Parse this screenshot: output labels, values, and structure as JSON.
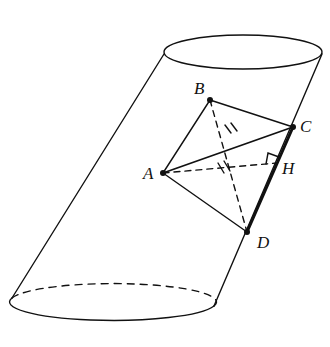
{
  "diagram": {
    "labels": [
      "B",
      "C",
      "A",
      "H",
      "D"
    ]
  }
}
